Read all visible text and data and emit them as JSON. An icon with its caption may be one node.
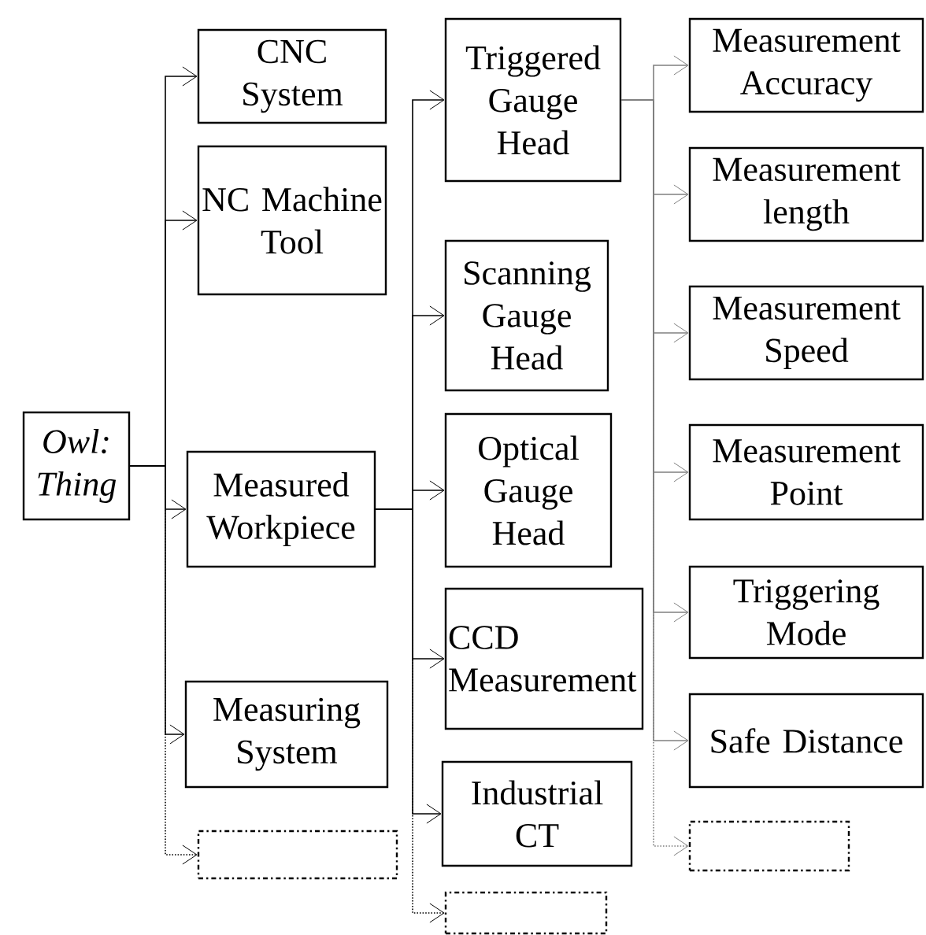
{
  "diagram": {
    "nodes": [
      {
        "text": [
          "Owl: Thing"
        ]
      },
      {
        "text": [
          "CNC System"
        ]
      },
      {
        "text": [
          "NC Machine Tool"
        ]
      },
      {
        "text": [
          "Measured Workpiece"
        ]
      },
      {
        "text": [
          "Measuring System"
        ]
      },
      {
        "text": [],
        "shape": "box"
      },
      {
        "text": [
          "Triggered Gauge Head"
        ]
      },
      {
        "text": [
          "Scanning Gauge Head"
        ]
      },
      {
        "text": [
          "Optical Gauge Head"
        ]
      },
      {
        "text": [
          "CCD Measurement"
        ]
      },
      {
        "text": [
          "Industrial CT"
        ]
      },
      {
        "text": [],
        "shape": "box"
      },
      {
        "text": [
          "Measurement Accuracy"
        ]
      },
      {
        "text": [
          "Measurement length"
        ]
      },
      {
        "text": [
          "Measurement Speed"
        ]
      },
      {
        "text": [
          "Measurement Point"
        ]
      },
      {
        "text": [
          "Triggering Mode"
        ]
      },
      {
        "text": [
          "Safe Distance"
        ]
      },
      {
        "text": [],
        "shape": "box"
      }
    ],
    "edges": [
      {
        "from": 0,
        "to": 1,
        "arrow": "to"
      },
      {
        "from": 0,
        "to": 2,
        "arrow": "to"
      },
      {
        "from": 0,
        "to": 3,
        "arrow": "to"
      },
      {
        "from": 0,
        "to": 4,
        "arrow": "to"
      },
      {
        "from": 0,
        "to": 5,
        "arrow": "to",
        "style": "dashed"
      },
      {
        "from": 3,
        "to": 6,
        "arrow": "to"
      },
      {
        "from": 3,
        "to": 7,
        "arrow": "to"
      },
      {
        "from": 3,
        "to": 8,
        "arrow": "to"
      },
      {
        "from": 3,
        "to": 9,
        "arrow": "to"
      },
      {
        "from": 3,
        "to": 10,
        "arrow": "to"
      },
      {
        "from": 3,
        "to": 11,
        "arrow": "to",
        "style": "dashed"
      },
      {
        "from": 6,
        "to": 12,
        "arrow": "to",
        "color": "#808080"
      },
      {
        "from": 6,
        "to": 13,
        "arrow": "to",
        "color": "#808080"
      },
      {
        "from": 6,
        "to": 14,
        "arrow": "to",
        "color": "#808080"
      },
      {
        "from": 6,
        "to": 15,
        "arrow": "to",
        "color": "#808080"
      },
      {
        "from": 6,
        "to": 16,
        "arrow": "to",
        "color": "#808080"
      },
      {
        "from": 6,
        "to": 17,
        "arrow": "to",
        "color": "#808080"
      },
      {
        "from": 6,
        "to": 18,
        "arrow": "to",
        "style": "dashed",
        "color": "#808080"
      }
    ]
  }
}
